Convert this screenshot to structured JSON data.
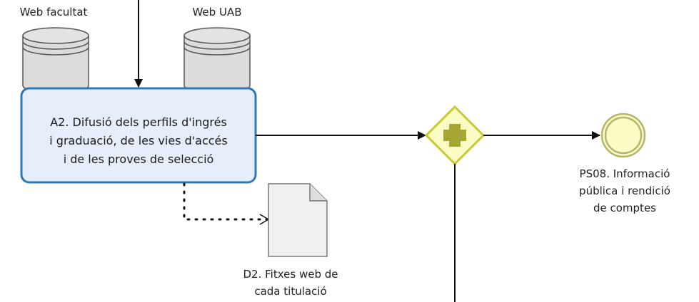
{
  "data_stores": [
    {
      "label": "Web facultat"
    },
    {
      "label": "Web UAB"
    }
  ],
  "task": {
    "lines": [
      "A2. Difusió dels perfils d'ingrés",
      "i graduació, de les vies d'accés",
      "i de les proves de selecció"
    ]
  },
  "document": {
    "lines": [
      "D2. Fitxes web de",
      "cada titulació"
    ]
  },
  "end_event": {
    "lines": [
      "PS08. Informació",
      "pública i rendició",
      "de comptes"
    ]
  },
  "colors": {
    "task_fill": "#e6eefb",
    "task_border": "#2f78b4",
    "gateway_fill": "#fbfbc4",
    "gateway_border": "#c8c832",
    "plus_fill": "#a6a635",
    "end_fill": "#fbfbc4",
    "end_border": "#b4b46e",
    "store_fill": "#dcdcdc",
    "line": "#111111"
  }
}
